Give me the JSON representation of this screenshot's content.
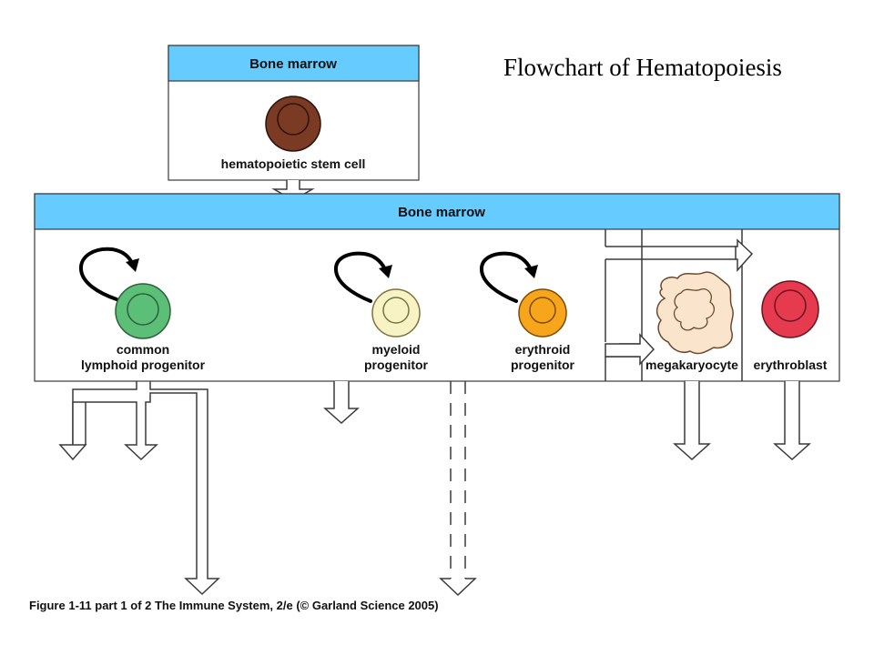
{
  "title": "Flowchart of Hematopoiesis",
  "top_box": {
    "header": "Bone marrow",
    "cell_label": "hematopoietic stem cell"
  },
  "main_box": {
    "header": "Bone marrow",
    "cells": {
      "lymphoid": {
        "label_line1": "common",
        "label_line2": "lymphoid progenitor"
      },
      "myeloid": {
        "label_line1": "myeloid",
        "label_line2": "progenitor"
      },
      "erythroid": {
        "label_line1": "erythroid",
        "label_line2": "progenitor"
      },
      "megakaryocyte": {
        "label": "megakaryocyte"
      },
      "erythroblast": {
        "label": "erythroblast"
      }
    }
  },
  "caption": "Figure 1-11 part 1 of 2  The Immune System, 2/e (© Garland Science 2005)",
  "colors": {
    "header_band": "#66ccff",
    "stem_cell": "#7a3a24",
    "lymphoid": "#5cbf78",
    "myeloid": "#f7f3c4",
    "erythroid": "#f7a61c",
    "megakaryocyte": "#fbe4cc",
    "erythroblast": "#e63a4e"
  }
}
